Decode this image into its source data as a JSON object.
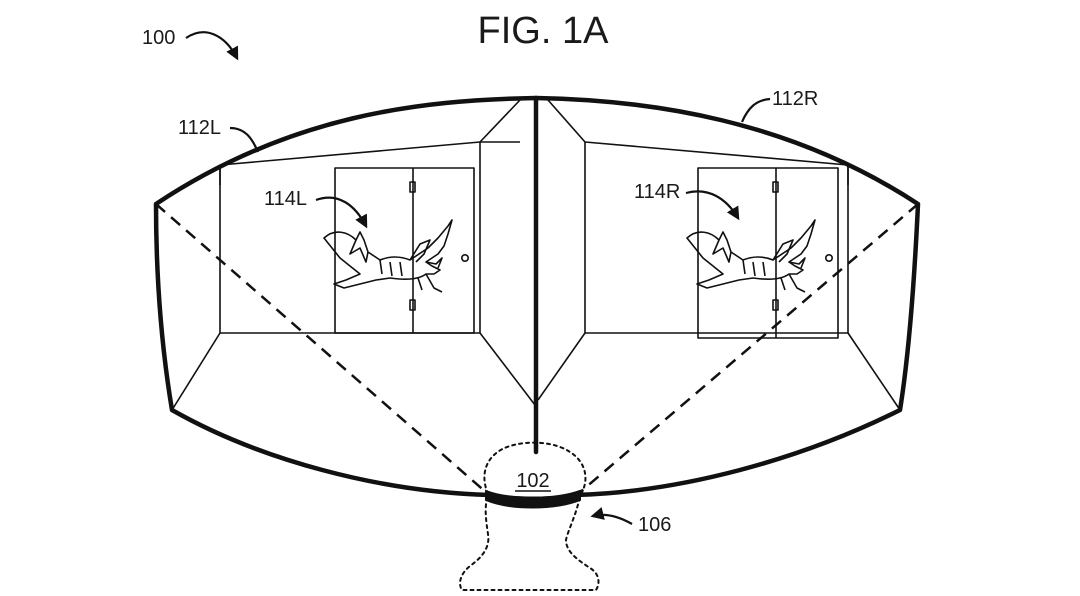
{
  "figure": {
    "title": "FIG. 1A",
    "labels": {
      "system": "100",
      "user_head": "102",
      "hmd": "106",
      "left_view": "112L",
      "right_view": "112R",
      "left_object": "114L",
      "right_object": "114R"
    }
  }
}
